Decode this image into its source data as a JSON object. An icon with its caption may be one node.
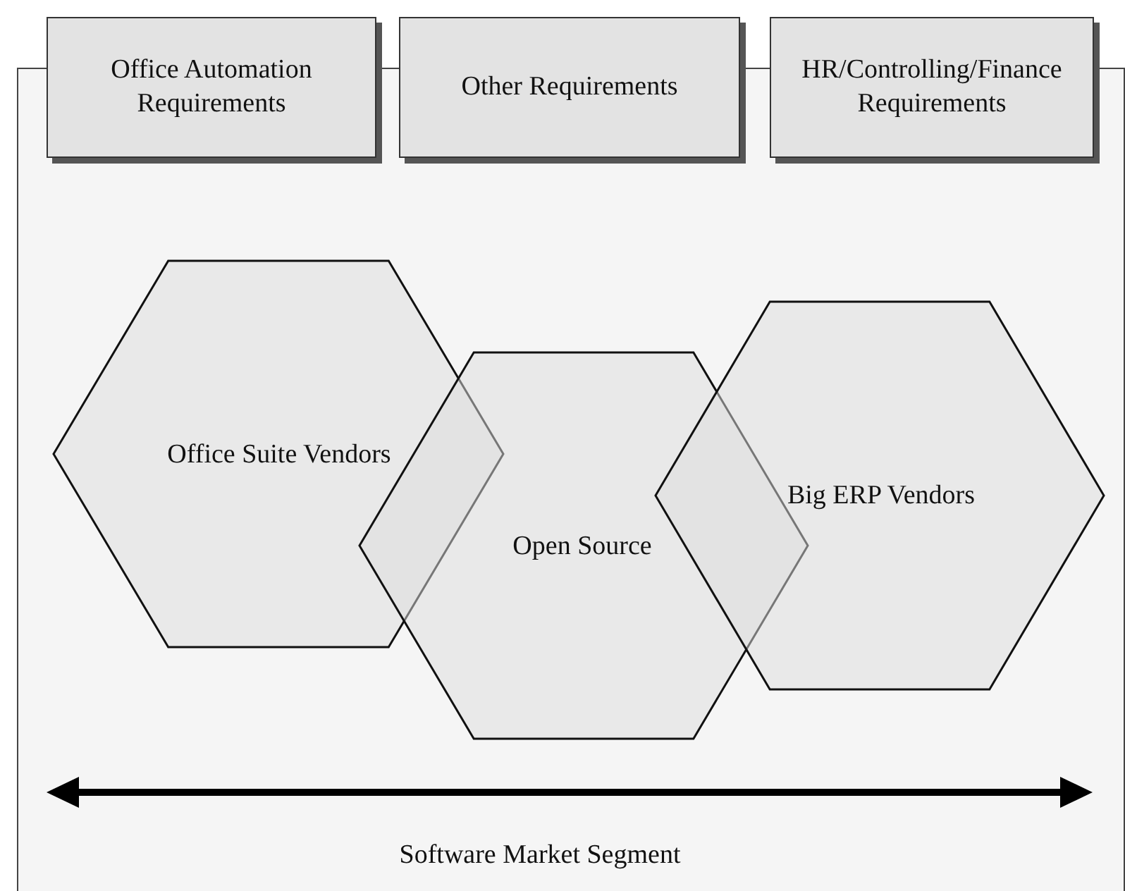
{
  "diagram": {
    "nodes": [
      {
        "text": [
          "Office Automation Requirements"
        ]
      },
      {
        "text": [
          "Other Requirements"
        ]
      },
      {
        "text": [
          "HR/Controlling/Finance Requirements"
        ]
      },
      {
        "text": [
          "Office Suite Vendors"
        ]
      },
      {
        "text": [
          "Open Source"
        ]
      },
      {
        "text": [
          "Big ERP Vendors"
        ]
      }
    ],
    "labels": [
      "Software Market Segment"
    ]
  }
}
